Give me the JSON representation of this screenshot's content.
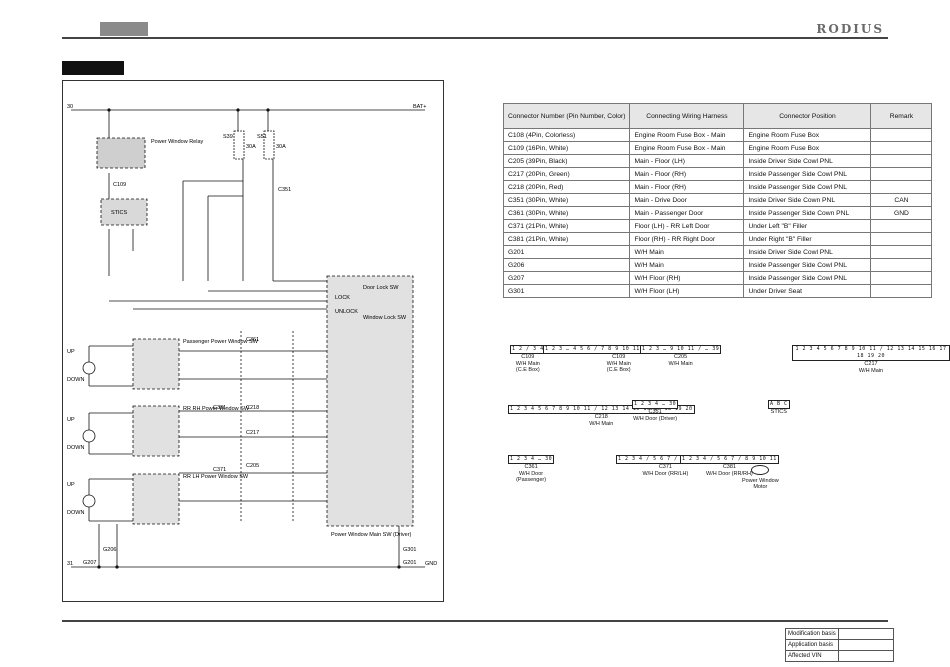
{
  "header": {
    "brand": "RODIUS"
  },
  "connector_table": {
    "headers": [
      "Connector Number (Pin Number, Color)",
      "Connecting Wiring Harness",
      "Connector Position",
      "Remark"
    ],
    "rows": [
      [
        "C108 (4Pin, Colorless)",
        "Engine Room Fuse Box - Main",
        "Engine Room Fuse Box",
        ""
      ],
      [
        "C109 (16Pin, White)",
        "Engine Room Fuse Box - Main",
        "Engine Room Fuse Box",
        ""
      ],
      [
        "C205 (39Pin, Black)",
        "Main - Floor (LH)",
        "Inside Driver Side Cowl PNL",
        ""
      ],
      [
        "C217 (20Pin, Green)",
        "Main - Floor (RH)",
        "Inside Passenger Side Cowl PNL",
        ""
      ],
      [
        "C218 (20Pin, Red)",
        "Main - Floor (RH)",
        "Inside Passenger Side Cowl PNL",
        ""
      ],
      [
        "C351 (30Pin, White)",
        "Main - Drive Door",
        "Inside Driver Side Cown PNL",
        "CAN"
      ],
      [
        "C361 (30Pin, White)",
        "Main - Passenger Door",
        "Inside Passenger Side Cown PNL",
        "GND"
      ],
      [
        "C371 (21Pin, White)",
        "Floor (LH) - RR Left Door",
        "Under Left \"B\" Filler",
        ""
      ],
      [
        "C381 (21Pin, White)",
        "Floor (RH) - RR Right Door",
        "Under Right \"B\" Filler",
        ""
      ],
      [
        "G201",
        "W/H Main",
        "Inside Driver Side Cowl PNL",
        ""
      ],
      [
        "G206",
        "W/H Main",
        "Inside Passenger Side Cowl PNL",
        ""
      ],
      [
        "G207",
        "W/H Floor (RH)",
        "Inside Passenger Side Cowl PNL",
        ""
      ],
      [
        "G301",
        "W/H Floor (LH)",
        "Under Driver Seat",
        ""
      ]
    ]
  },
  "schematic": {
    "bus_30": "30",
    "bus_31": "31",
    "bat": "BAT+",
    "gnd": "GND",
    "relay": "Power Window Relay",
    "fuse_s39": "S39",
    "fuse_s51": "S51",
    "fuse_a": "30A",
    "stics": "STICS",
    "door_lock_sw": "Door Lock SW",
    "lock": "LOCK",
    "unlock": "UNLOCK",
    "window_lock_sw": "Window Lock SW",
    "up": "UP",
    "down": "DOWN",
    "main_sw": "Power Window Main SW (Driver)",
    "sw_passenger": "Passenger Power Window SW",
    "sw_rr_rh": "RR RH Power Window SW",
    "sw_rr_lh": "RR LH Power Window SW",
    "c109": "C109",
    "c351": "C351",
    "c361": "C361",
    "c381": "C381",
    "c218": "C218",
    "c217": "C217",
    "c205": "C205",
    "c371": "C371",
    "g201": "G201",
    "g206": "G206",
    "g207": "G207",
    "g301": "G301"
  },
  "connector_views": [
    {
      "pins": "1 2 / 3 4",
      "label": "C109\nW/H Main\n(C.E Box)"
    },
    {
      "pins": "1 2 3 … 4 5 6 / 7 8 9 10 11 12 13 14 15 16",
      "label": "C109\nW/H Main\n(C.E Box)"
    },
    {
      "pins": "1 2 3 … 9 10 11 / … 39",
      "label": "C205\nW/H Main"
    },
    {
      "pins": "1 2 3 4 5 6 7 8 9 10 11 / 12 13 14 15 16 17 18 19 20",
      "label": "C217\nW/H Main"
    },
    {
      "pins": "1 2 3 4 5 6 7 8 9 10 11 / 12 13 14 15 16 17 18 19 20",
      "label": "C218\nW/H Main"
    },
    {
      "pins": "1 2 3 4 … 30",
      "label": "C351\nW/H Door (Driver)"
    },
    {
      "pins": "A B C",
      "label": "STICS"
    },
    {
      "pins": "1 2 3 4 … 30",
      "label": "C361\nW/H Door\n(Passenger)"
    },
    {
      "pins": "1 2 3 4 / 5 6 7 / 8 9 10 11",
      "label": "C371\nW/H Door (RR/LH)"
    },
    {
      "pins": "1 2 3 4 / 5 6 7 / 8 9 10 11",
      "label": "C381\nW/H Door (RR/RH)"
    },
    {
      "pins": "",
      "label": "Power Window\nMotor"
    }
  ],
  "meta": {
    "rows": [
      {
        "label": "Modification basis",
        "value": ""
      },
      {
        "label": "Application basis",
        "value": ""
      },
      {
        "label": "Affected VIN",
        "value": ""
      }
    ]
  }
}
